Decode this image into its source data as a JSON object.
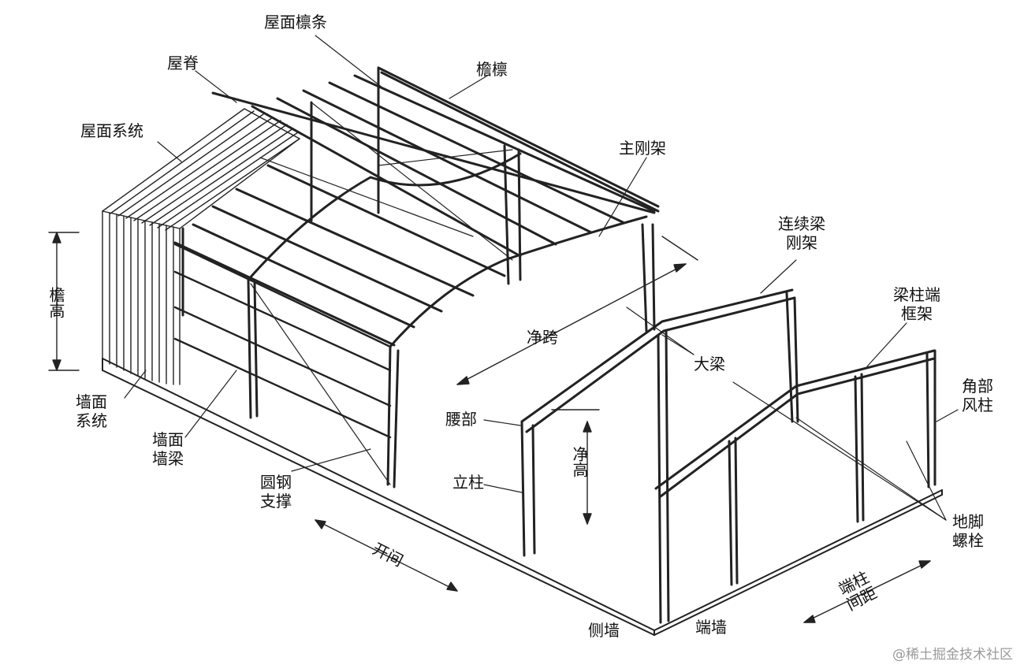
{
  "labels": {
    "roof_purlin": "屋面檩条",
    "ridge": "屋脊",
    "eave_purlin": "檐檩",
    "roof_system": "屋面系统",
    "main_frame": "主刚架",
    "continuous_beam_frame_1": "连续梁",
    "continuous_beam_frame_2": "刚架",
    "beam_column_end_frame_1": "梁柱端",
    "beam_column_end_frame_2": "框架",
    "eave_height": "檐高",
    "clear_span": "净跨",
    "main_beam": "大梁",
    "corner_wind_column_1": "角部",
    "corner_wind_column_2": "风柱",
    "wall_system_1": "墙面",
    "wall_system_2": "系统",
    "wall_girt_1": "墙面",
    "wall_girt_2": "墙梁",
    "haunch": "腰部",
    "clear_height": "净高",
    "column": "立柱",
    "rod_bracing_1": "圆钢",
    "rod_bracing_2": "支撑",
    "anchor_bolt_1": "地脚",
    "anchor_bolt_2": "螺栓",
    "bay": "开间",
    "end_column_spacing_1": "端柱",
    "end_column_spacing_2": "间距",
    "side_wall": "侧墙",
    "end_wall": "端墙"
  },
  "watermark": "@稀土掘金技术社区",
  "colors": {
    "line": "#222222",
    "text": "#111111",
    "watermark": "#9a9a9a"
  }
}
